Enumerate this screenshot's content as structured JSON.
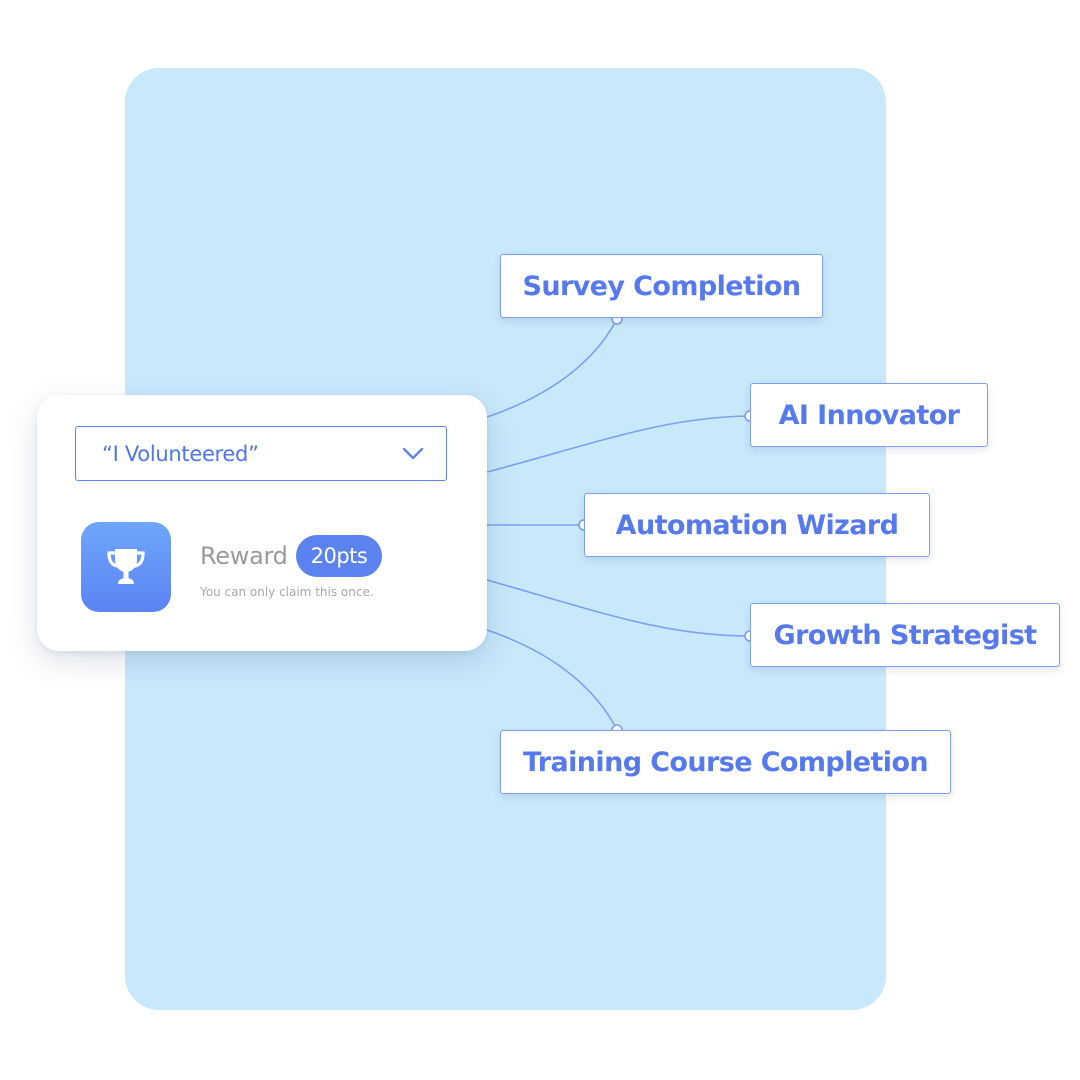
{
  "colors": {
    "panel_background": "#c8e8fb",
    "accent": "#5c82f0",
    "connector": "#7e9ff5",
    "muted_text": "#9a9a9a"
  },
  "card": {
    "dropdown": {
      "selected_value": "“I Volunteered”",
      "icon": "chevron-down-icon"
    },
    "reward": {
      "icon": "trophy-icon",
      "label": "Reward",
      "points": "20pts",
      "note": "You can only claim this once."
    }
  },
  "badges": [
    {
      "label": "Survey Completion"
    },
    {
      "label": "AI Innovator"
    },
    {
      "label": "Automation Wizard"
    },
    {
      "label": "Growth Strategist"
    },
    {
      "label": "Training Course Completion"
    }
  ]
}
